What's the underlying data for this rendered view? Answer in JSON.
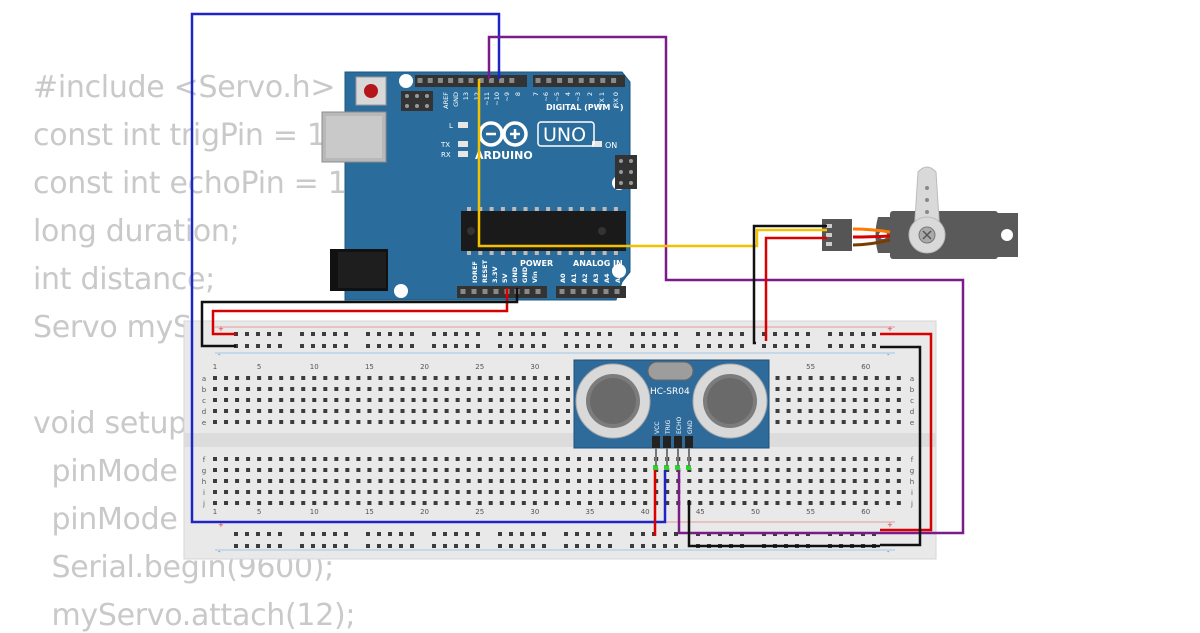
{
  "code_lines": [
    "#include <Servo.h>",
    "const int trigPin = 1",
    "const int echoPin = 1",
    "long duration;",
    "int distance;",
    "Servo myS",
    "",
    "void setup",
    "  pinMode",
    "  pinMode",
    "  Serial.begin(9600);",
    "  myServo.attach(12);"
  ],
  "arduino": {
    "brand": "ARDUINO",
    "model": "UNO",
    "digital_header": "DIGITAL (PWM ~)",
    "analog_header": "ANALOG IN",
    "power_header": "POWER",
    "on_label": "ON",
    "tx_label": "TX",
    "rx_label": "RX",
    "l_label": "L",
    "digital_pins": [
      "AREF",
      "GND",
      "13",
      "12",
      "~11",
      "~10",
      "~9",
      "8",
      "7",
      "~6",
      "~5",
      "4",
      "~3",
      "2",
      "TX 1",
      "RX 0"
    ],
    "power_pins": [
      "IOREF",
      "RESET",
      "3.3V",
      "5V",
      "GND",
      "GND",
      "Vin"
    ],
    "analog_pins": [
      "A0",
      "A1",
      "A2",
      "A3",
      "A4",
      "A5"
    ]
  },
  "sensor": {
    "name": "HC-SR04",
    "pins": [
      "VCC",
      "TRIG",
      "ECHO",
      "GND"
    ]
  },
  "breadboard": {
    "column_numbers": [
      "1",
      "5",
      "10",
      "15",
      "20",
      "25",
      "30",
      "35",
      "40",
      "45",
      "50",
      "55",
      "60"
    ],
    "rows_top": [
      "a",
      "b",
      "c",
      "d",
      "e"
    ],
    "rows_bottom": [
      "f",
      "g",
      "h",
      "i",
      "j"
    ],
    "rail_plus": "+",
    "rail_minus": "-"
  },
  "colors": {
    "pcb": "#2a6d9c",
    "wire_blue": "#1f24c4",
    "wire_purple": "#7b1b8a",
    "wire_yellow": "#f2c200",
    "wire_red": "#d80000",
    "wire_black": "#111111",
    "sensor_pcb": "#2f6b9a",
    "code_text": "#c9c9c9"
  }
}
